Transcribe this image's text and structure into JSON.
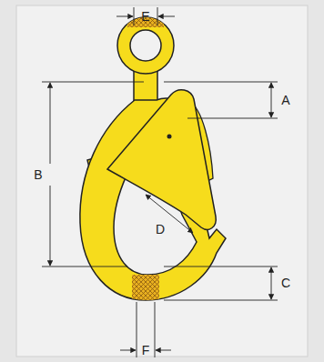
{
  "diagram": {
    "labels": [
      "E",
      "A",
      "B",
      "D",
      "C",
      "F"
    ]
  }
}
